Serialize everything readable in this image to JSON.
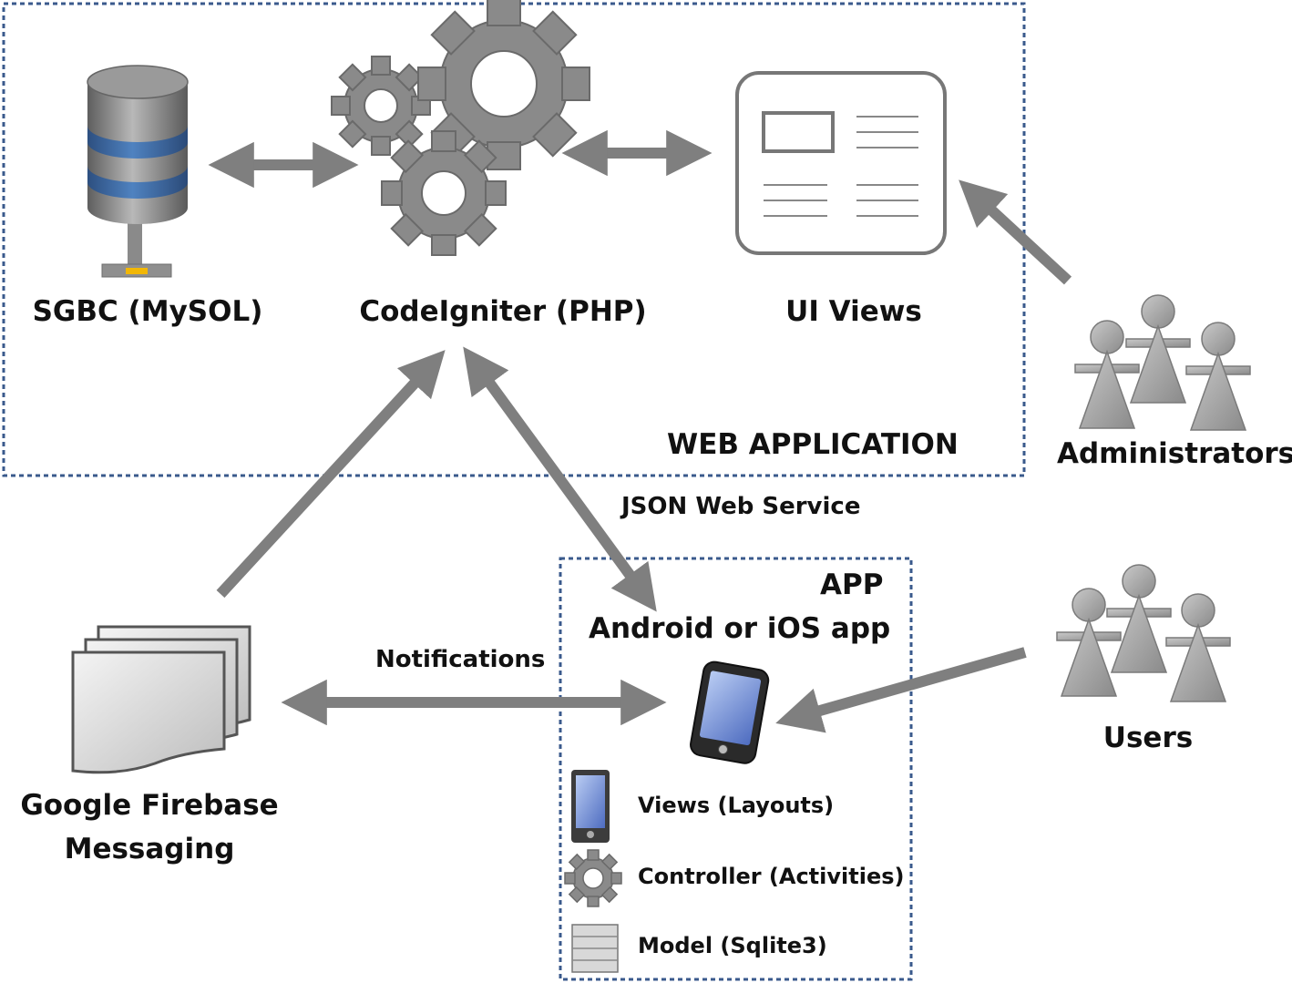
{
  "web_app": {
    "frame_label": "WEB APPLICATION"
  },
  "nodes": {
    "db": "SGBC (MySOL)",
    "framework": "CodeIgniter (PHP)",
    "ui_views": "UI Views",
    "administrators": "Administrators",
    "firebase_line1": "Google Firebase",
    "firebase_line2": "Messaging",
    "users": "Users"
  },
  "edges": {
    "json_ws": "JSON Web Service",
    "notifications": "Notifications"
  },
  "app_box": {
    "frame_label": "APP",
    "title": "Android or iOS app",
    "legend": {
      "views": "Views (Layouts)",
      "controller": "Controller  (Activities)",
      "model": "Model (Sqlite3)"
    }
  },
  "colors": {
    "frame": "#3a5a8c",
    "arrow": "#7f7f7f",
    "icon_gray": "#8c8c8c",
    "db_band": "#3f6fa8",
    "phone_screen": "#6f8fd6"
  }
}
